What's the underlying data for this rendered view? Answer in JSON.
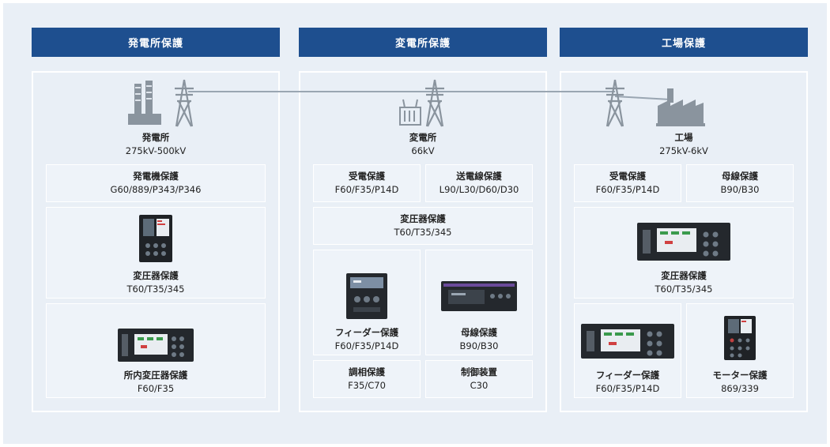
{
  "headers": {
    "gen": "発電所保護",
    "sub": "変電所保護",
    "fac": "工場保護"
  },
  "gen": {
    "site_name": "発電所",
    "site_voltage": "275kV-500kV",
    "boxes": [
      {
        "title": "発電機保護",
        "codes": "G60/889/P343/P346"
      },
      {
        "title": "変圧器保護",
        "codes": "T60/T35/345"
      },
      {
        "title": "所内変圧器保護",
        "codes": "F60/F35"
      }
    ]
  },
  "sub": {
    "site_name": "変電所",
    "site_voltage": "66kV",
    "boxes": [
      {
        "title": "受電保護",
        "codes": "F60/F35/P14D"
      },
      {
        "title": "送電線保護",
        "codes": "L90/L30/D60/D30"
      },
      {
        "title": "変圧器保護",
        "codes": "T60/T35/345"
      },
      {
        "title": "フィーダー保護",
        "codes": "F60/F35/P14D"
      },
      {
        "title": "母線保護",
        "codes": "B90/B30"
      },
      {
        "title": "調相保護",
        "codes": "F35/C70"
      },
      {
        "title": "制御装置",
        "codes": "C30"
      }
    ]
  },
  "fac": {
    "site_name": "工場",
    "site_voltage": "275kV-6kV",
    "boxes": [
      {
        "title": "受電保護",
        "codes": "F60/F35/P14D"
      },
      {
        "title": "母線保護",
        "codes": "B90/B30"
      },
      {
        "title": "変圧器保護",
        "codes": "T60/T35/345"
      },
      {
        "title": "フィーダー保護",
        "codes": "F60/F35/P14D"
      },
      {
        "title": "モーター保護",
        "codes": "869/339"
      }
    ]
  }
}
